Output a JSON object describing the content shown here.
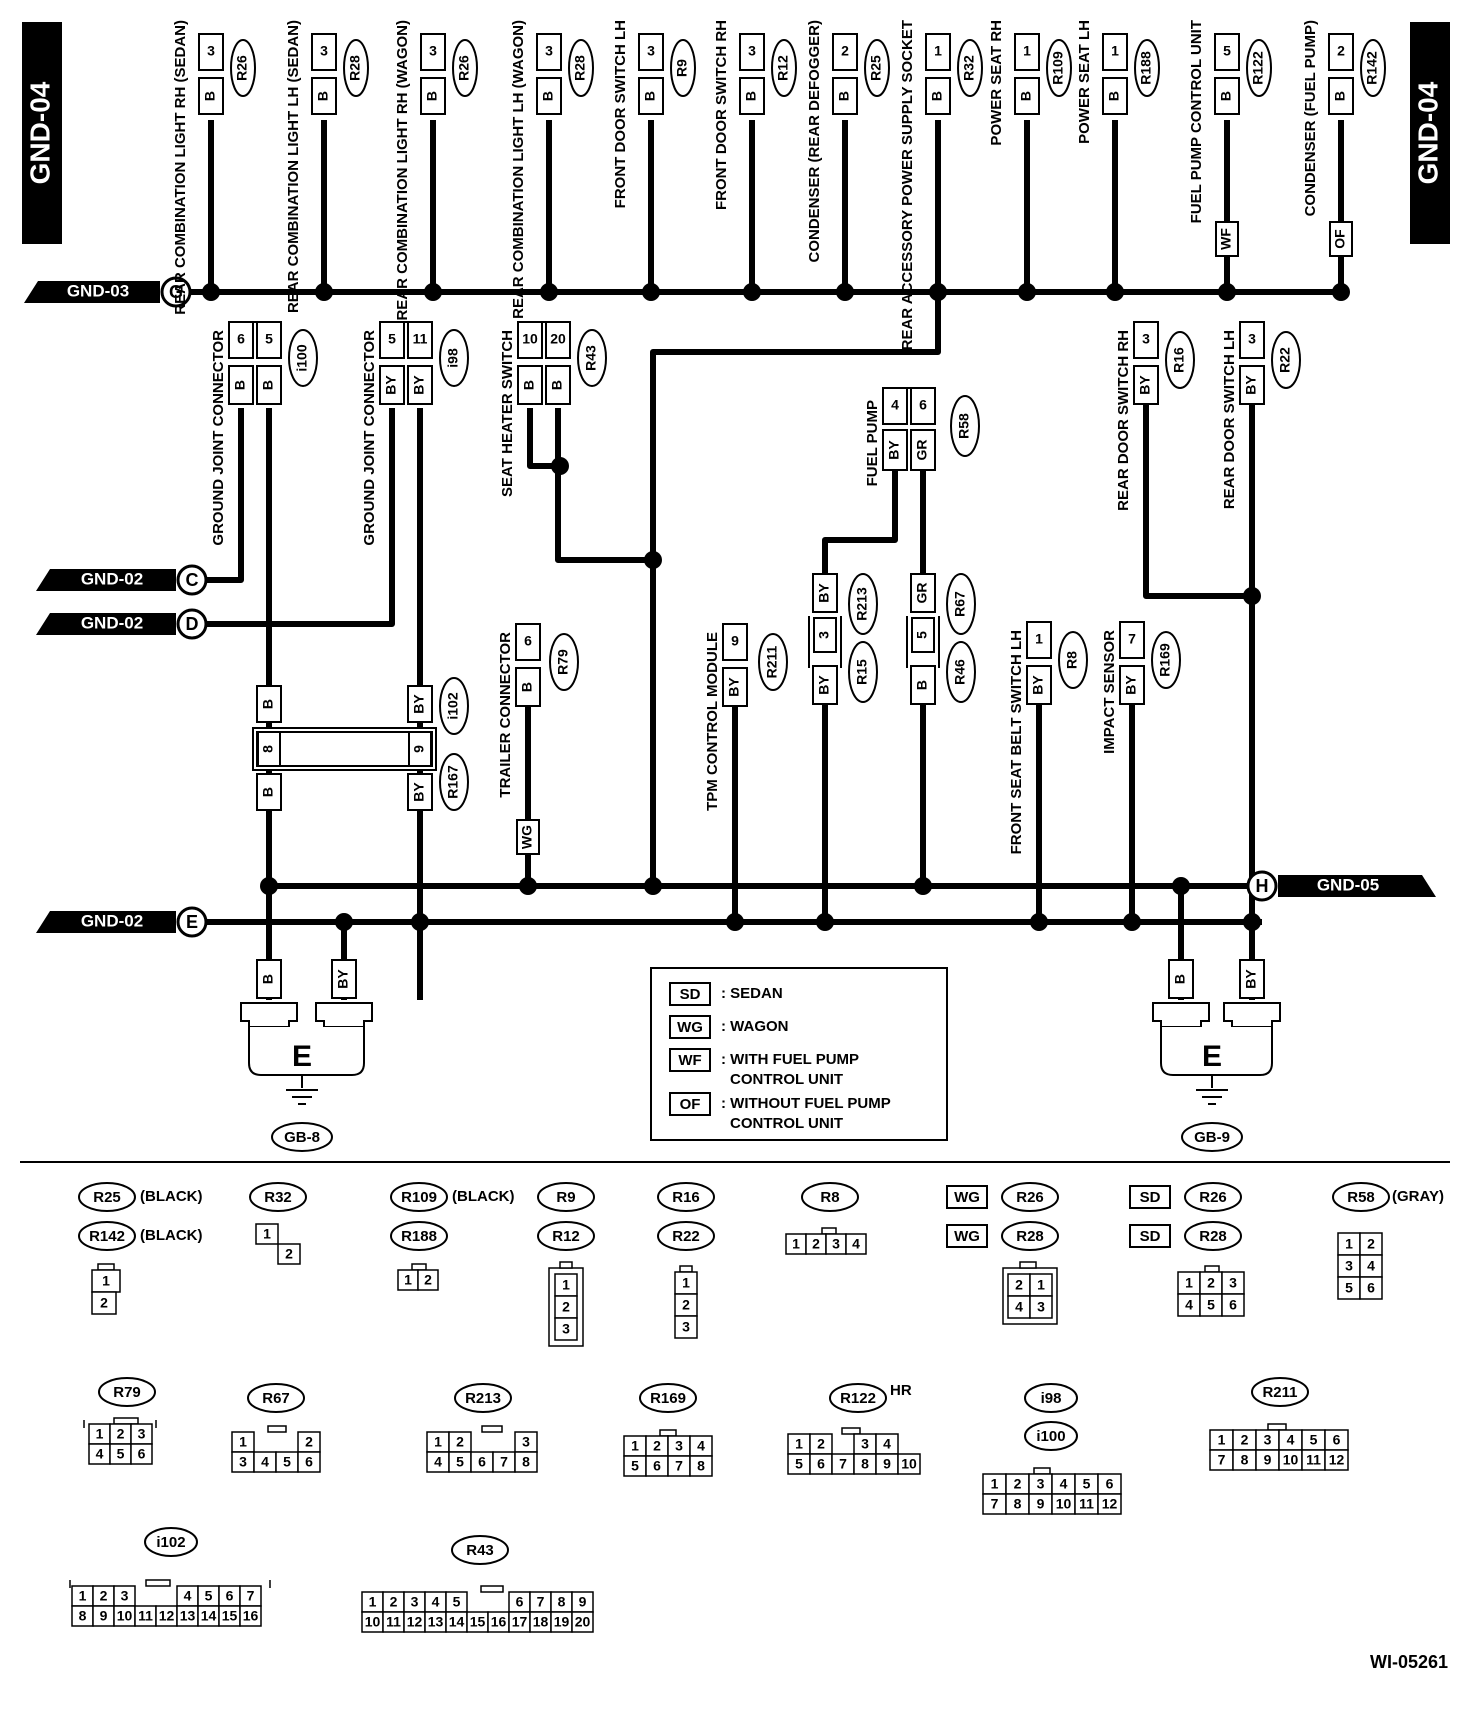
{
  "figure_id": "WI-05261",
  "page_labels": {
    "left": "GND-04",
    "right": "GND-04"
  },
  "flags": {
    "gnd03": {
      "label": "GND-03",
      "letter": "G"
    },
    "gnd02c": {
      "label": "GND-02",
      "letter": "C"
    },
    "gnd02d": {
      "label": "GND-02",
      "letter": "D"
    },
    "gnd02e": {
      "label": "GND-02",
      "letter": "E"
    },
    "gnd05": {
      "label": "GND-05",
      "letter": "H"
    }
  },
  "top_components": [
    {
      "name": "REAR COMBINATION LIGHT RH (SEDAN)",
      "pin": "3",
      "color": "B",
      "conn": "R26"
    },
    {
      "name": "REAR COMBINATION LIGHT LH (SEDAN)",
      "pin": "3",
      "color": "B",
      "conn": "R28"
    },
    {
      "name": "REAR COMBINATION LIGHT RH (WAGON)",
      "pin": "3",
      "color": "B",
      "conn": "R26"
    },
    {
      "name": "REAR COMBINATION LIGHT LH (WAGON)",
      "pin": "3",
      "color": "B",
      "conn": "R28"
    },
    {
      "name": "FRONT DOOR SWITCH LH",
      "pin": "3",
      "color": "B",
      "conn": "R9"
    },
    {
      "name": "FRONT DOOR SWITCH RH",
      "pin": "3",
      "color": "B",
      "conn": "R12"
    },
    {
      "name": "CONDENSER (REAR DEFOGGER)",
      "pin": "2",
      "color": "B",
      "conn": "R25"
    },
    {
      "name": "REAR ACCESSORY POWER SUPPLY SOCKET",
      "pin": "1",
      "color": "B",
      "conn": "R32"
    },
    {
      "name": "POWER SEAT RH",
      "pin": "1",
      "color": "B",
      "conn": "R109"
    },
    {
      "name": "POWER SEAT LH",
      "pin": "1",
      "color": "B",
      "conn": "R188"
    },
    {
      "name": "FUEL PUMP CONTROL UNIT",
      "pin": "5",
      "color": "B",
      "conn": "R122",
      "variant": "WF"
    },
    {
      "name": "CONDENSER (FUEL PUMP)",
      "pin": "2",
      "color": "B",
      "conn": "R142",
      "variant": "OF"
    }
  ],
  "ground_joint_i100": {
    "name": "GROUND JOINT CONNECTOR",
    "pins": [
      "6",
      "5"
    ],
    "colors": [
      "B",
      "B"
    ],
    "conn": "i100"
  },
  "ground_joint_i98": {
    "name": "GROUND JOINT CONNECTOR",
    "pins": [
      "5",
      "11"
    ],
    "colors": [
      "BY",
      "BY"
    ],
    "conn": "i98"
  },
  "seat_heater": {
    "name": "SEAT HEATER SWITCH",
    "pins": [
      "10",
      "20"
    ],
    "colors": [
      "B",
      "B"
    ],
    "conn": "R43"
  },
  "fuel_pump": {
    "name": "FUEL PUMP",
    "pins": [
      "4",
      "6"
    ],
    "colors": [
      "BY",
      "GR"
    ],
    "conn": "R58"
  },
  "rear_door_rh": {
    "name": "REAR DOOR SWITCH RH",
    "pin": "3",
    "color": "BY",
    "conn": "R16"
  },
  "rear_door_lh": {
    "name": "REAR DOOR SWITCH LH",
    "pin": "3",
    "color": "BY",
    "conn": "R22"
  },
  "r213": {
    "color_up": "BY",
    "pin": "3",
    "color_down": "BY",
    "conn_up": "R213",
    "conn_down": "R15"
  },
  "r67": {
    "color_up": "GR",
    "pin": "5",
    "color_down": "B",
    "conn_up": "R67",
    "conn_down": "R46"
  },
  "i102": {
    "colors_up": [
      "B",
      "BY"
    ],
    "pins": [
      "8",
      "9"
    ],
    "colors_down": [
      "B",
      "BY"
    ],
    "conn_up": "i102",
    "conn_down": "R167"
  },
  "trailer": {
    "name": "TRAILER CONNECTOR",
    "pin": "6",
    "color": "B",
    "conn": "R79",
    "variant": "WG"
  },
  "tpm": {
    "name": "TPM CONTROL MODULE",
    "pin": "9",
    "color": "BY",
    "conn": "R211"
  },
  "seatbelt": {
    "name": "FRONT SEAT BELT SWITCH LH",
    "pin": "1",
    "color": "BY",
    "conn": "R8"
  },
  "impact": {
    "name": "IMPACT SENSOR",
    "pin": "7",
    "color": "BY",
    "conn": "R169"
  },
  "grounds": {
    "left": {
      "letter": "E",
      "wires": [
        "B",
        "BY"
      ],
      "point": "GB-8"
    },
    "right": {
      "letter": "E",
      "wires": [
        "B",
        "BY"
      ],
      "point": "GB-9"
    }
  },
  "legend": [
    {
      "abbr": "SD",
      "desc": ": SEDAN"
    },
    {
      "abbr": "WG",
      "desc": ": WAGON"
    },
    {
      "abbr": "WF",
      "desc": ": WITH FUEL PUMP",
      "desc2": "CONTROL UNIT"
    },
    {
      "abbr": "OF",
      "desc": ": WITHOUT FUEL PUMP",
      "desc2": "CONTROL UNIT"
    }
  ],
  "connector_views": {
    "r25_r142": {
      "labels": [
        "R25",
        "R142"
      ],
      "notes": [
        "(BLACK)",
        "(BLACK)"
      ],
      "pins": [
        "1",
        "2"
      ]
    },
    "r32": {
      "labels": [
        "R32"
      ],
      "pins": [
        "1",
        "2"
      ]
    },
    "r109_r188": {
      "labels": [
        "R109",
        "R188"
      ],
      "notes": [
        "(BLACK)"
      ],
      "pins": [
        "1",
        "2"
      ]
    },
    "r9_r12": {
      "labels": [
        "R9",
        "R12"
      ],
      "pins": [
        "1",
        "2",
        "3"
      ]
    },
    "r16_r22": {
      "labels": [
        "R16",
        "R22"
      ],
      "pins": [
        "1",
        "2",
        "3"
      ]
    },
    "r8": {
      "labels": [
        "R8"
      ],
      "pins": [
        "1",
        "2",
        "3",
        "4"
      ]
    },
    "wg_r26_r28": {
      "labels": [
        "R26",
        "R28"
      ],
      "tags": [
        "WG",
        "WG"
      ],
      "pins": [
        "2",
        "1",
        "4",
        "3"
      ]
    },
    "sd_r26_r28": {
      "labels": [
        "R26",
        "R28"
      ],
      "tags": [
        "SD",
        "SD"
      ],
      "pins": [
        "1",
        "2",
        "3",
        "4",
        "5",
        "6"
      ]
    },
    "r58": {
      "labels": [
        "R58"
      ],
      "notes": [
        "(GRAY)"
      ],
      "pins": [
        "1",
        "2",
        "3",
        "4",
        "5",
        "6"
      ]
    },
    "r79": {
      "labels": [
        "R79"
      ],
      "pins": [
        "1",
        "2",
        "3",
        "4",
        "5",
        "6"
      ]
    },
    "r67": {
      "labels": [
        "R67"
      ],
      "pins": [
        "1",
        "2",
        "3",
        "4",
        "5",
        "6"
      ]
    },
    "r213": {
      "labels": [
        "R213"
      ],
      "pins": [
        "1",
        "2",
        "3",
        "4",
        "5",
        "6",
        "7",
        "8"
      ]
    },
    "r169": {
      "labels": [
        "R169"
      ],
      "pins": [
        "1",
        "2",
        "3",
        "4",
        "5",
        "6",
        "7",
        "8"
      ]
    },
    "r122": {
      "labels": [
        "R122"
      ],
      "notes": [
        "HR"
      ],
      "pins": [
        "1",
        "2",
        "3",
        "4",
        "5",
        "6",
        "7",
        "8",
        "9",
        "10"
      ]
    },
    "i98_i100": {
      "labels": [
        "i98",
        "i100"
      ],
      "pins": [
        "1",
        "2",
        "3",
        "4",
        "5",
        "6",
        "7",
        "8",
        "9",
        "10",
        "11",
        "12"
      ]
    },
    "r211": {
      "labels": [
        "R211"
      ],
      "pins": [
        "1",
        "2",
        "3",
        "4",
        "5",
        "6",
        "7",
        "8",
        "9",
        "10",
        "11",
        "12"
      ]
    },
    "i102": {
      "labels": [
        "i102"
      ],
      "pins": [
        "1",
        "2",
        "3",
        "4",
        "5",
        "6",
        "7",
        "8",
        "9",
        "10",
        "11",
        "12",
        "13",
        "14",
        "15",
        "16"
      ]
    },
    "r43": {
      "labels": [
        "R43"
      ],
      "pins": [
        "1",
        "2",
        "3",
        "4",
        "5",
        "6",
        "7",
        "8",
        "9",
        "10",
        "11",
        "12",
        "13",
        "14",
        "15",
        "16",
        "17",
        "18",
        "19",
        "20"
      ]
    }
  }
}
